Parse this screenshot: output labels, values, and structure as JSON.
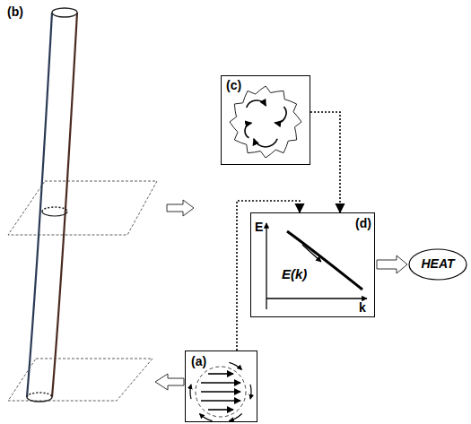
{
  "diagram": {
    "nodes": [
      {
        "text": [
          "(c)"
        ]
      },
      {
        "text": [
          "(d)",
          "E",
          "k",
          "E(k)"
        ]
      },
      {
        "text": [
          "HEAT"
        ]
      },
      {
        "text": [
          "(a)"
        ]
      }
    ],
    "edges": [
      {
        "from": 3,
        "to": 1,
        "arrow": "to"
      },
      {
        "from": 0,
        "to": 1,
        "arrow": "to"
      },
      {
        "from": 1,
        "to": 2,
        "arrow": "to"
      }
    ],
    "labels": [
      "(b)"
    ]
  }
}
